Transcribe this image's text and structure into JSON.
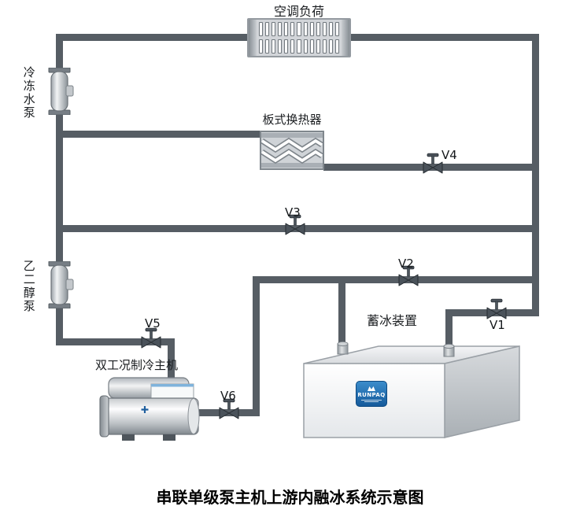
{
  "title": "串联单级泵主机上游内融冰系统示意图",
  "equipment": {
    "load": "空调负荷",
    "heat_exchanger": "板式换热器",
    "chilled_water_pump": "冷冻水泵",
    "glycol_pump": "乙二醇泵",
    "chiller": "双工况制冷主机",
    "ice_tank": "蓄冰装置"
  },
  "valves": {
    "v1": "V1",
    "v2": "V2",
    "v3": "V3",
    "v4": "V4",
    "v5": "V5",
    "v6": "V6"
  },
  "ice_tank_logo": {
    "brand": "RUNPAQ"
  },
  "colors": {
    "pipe": "#565d64",
    "valve": "#4a525a",
    "logo_blue": "#1d6db6",
    "equipment_gray": "#c9cdd1"
  }
}
